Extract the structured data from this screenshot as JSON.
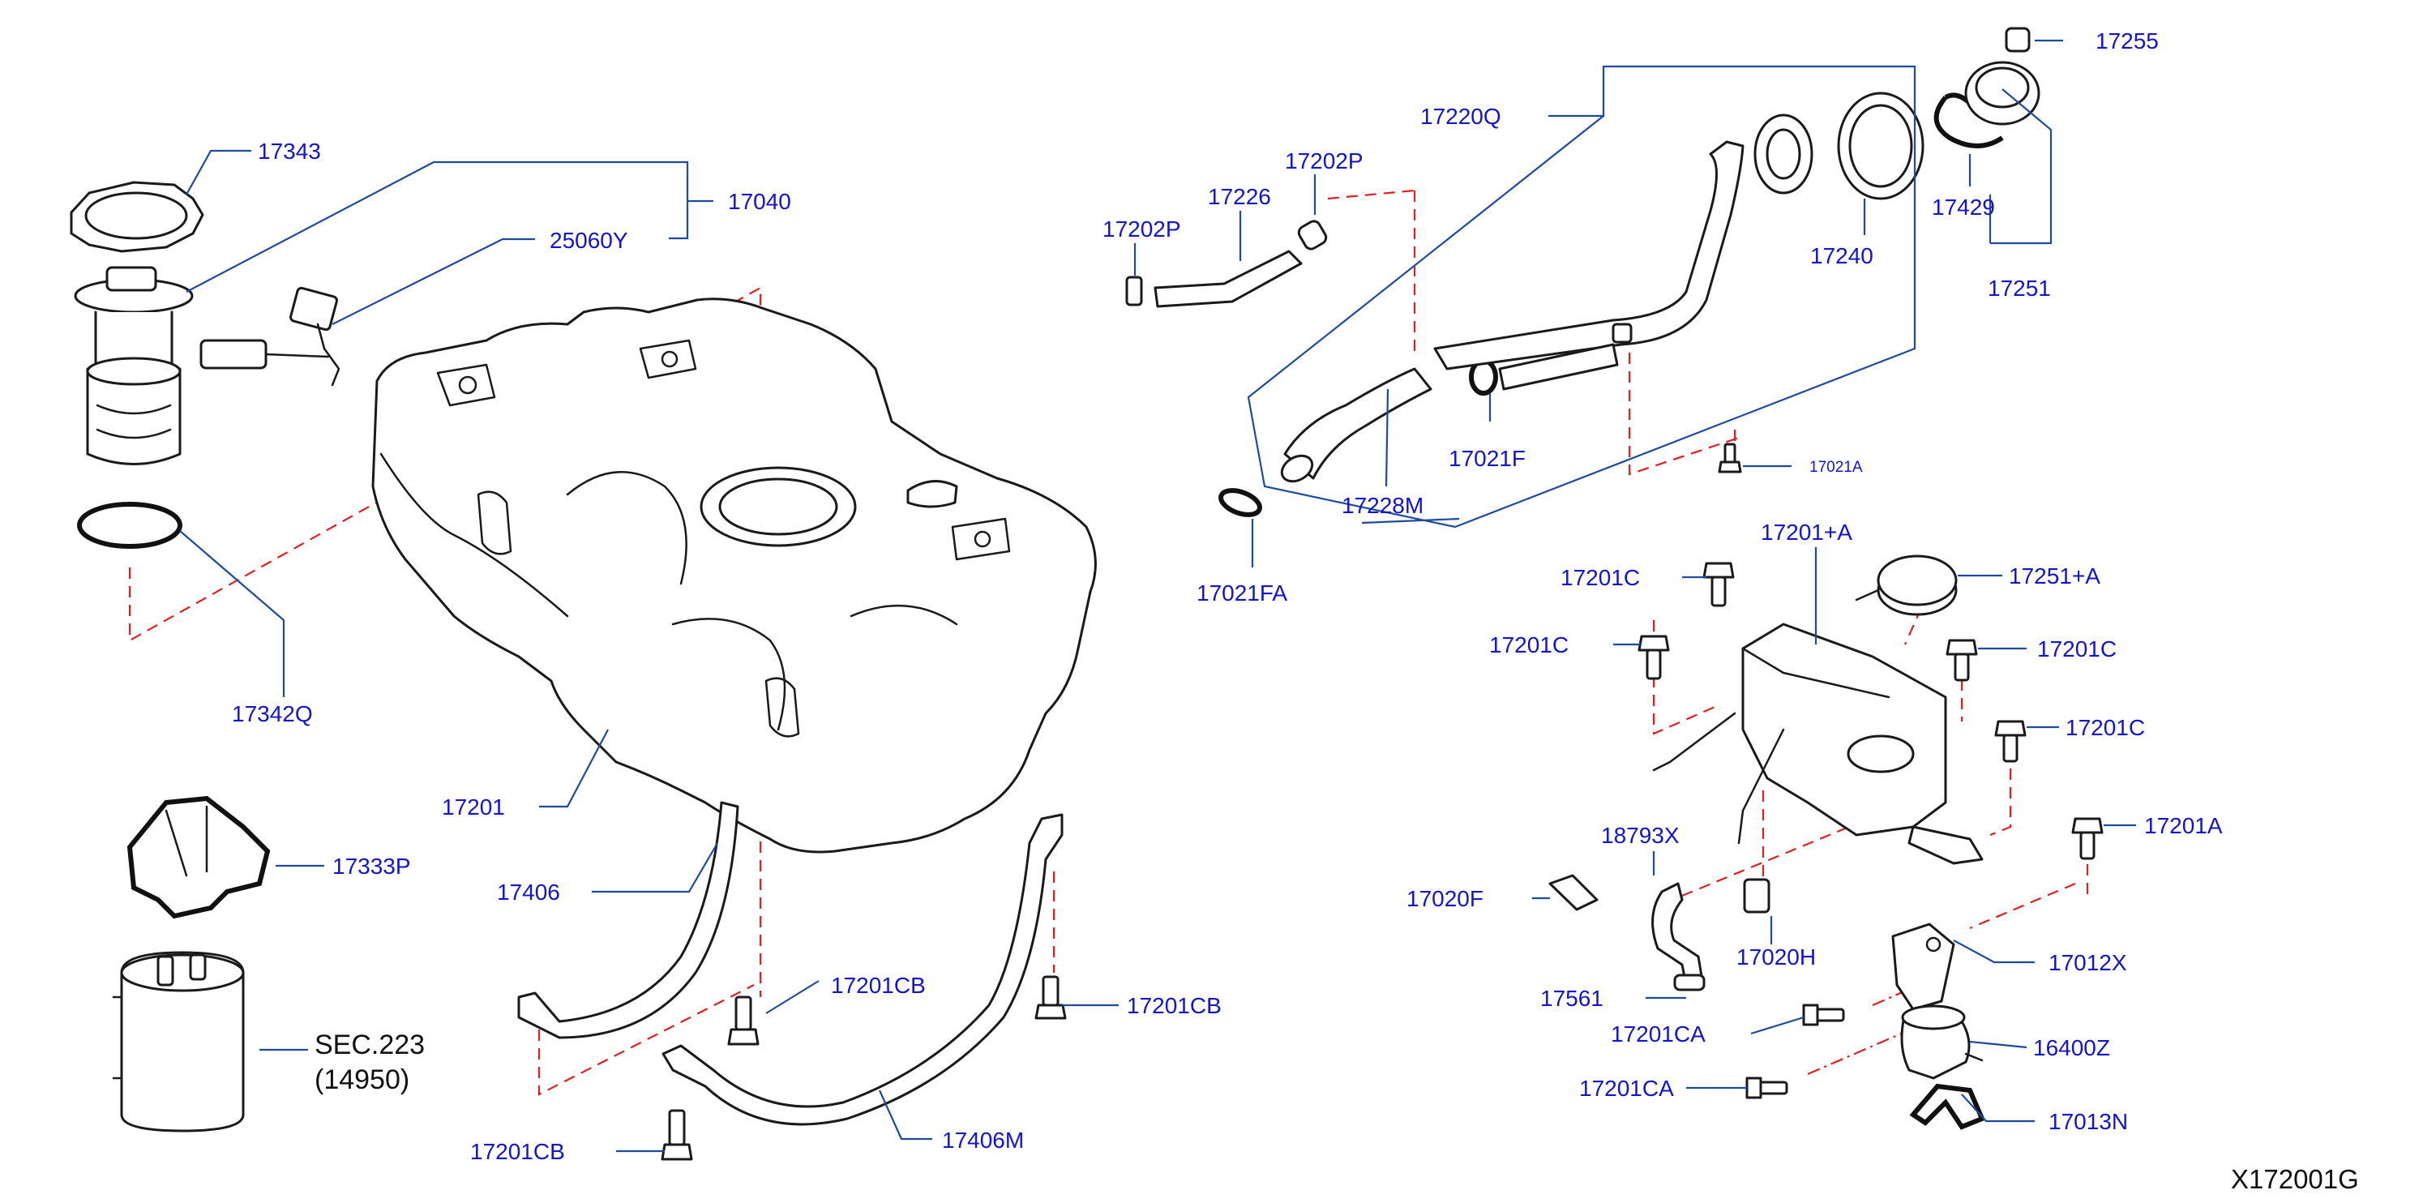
{
  "diagram_code": "X172001G",
  "colors": {
    "label": "#1414c8",
    "leader": "#1f4b9c",
    "centerline": "#e02020",
    "part_outline": "#1a1a1a"
  },
  "labels": {
    "p17343": "17343",
    "p17040": "17040",
    "p25060Y": "25060Y",
    "p17342Q": "17342Q",
    "p17201": "17201",
    "p17333P": "17333P",
    "p17406": "17406",
    "sec223": "SEC.223",
    "sec223_sub": "(14950)",
    "p17201CB_a": "17201CB",
    "p17201CB_b": "17201CB",
    "p17201CB_c": "17201CB",
    "p17406M": "17406M",
    "p17202P_a": "17202P",
    "p17202P_b": "17202P",
    "p17226": "17226",
    "p17220Q": "17220Q",
    "p17240": "17240",
    "p17255": "17255",
    "p17429": "17429",
    "p17251": "17251",
    "p17021F": "17021F",
    "p17021A": "17021A",
    "p17228M": "17228M",
    "p17021FA": "17021FA",
    "p17201plusA": "17201+A",
    "p17251plusA": "17251+A",
    "p17201C_a": "17201C",
    "p17201C_b": "17201C",
    "p17201C_c": "17201C",
    "p17201C_d": "17201C",
    "p17201A": "17201A",
    "p18793X": "18793X",
    "p17020F": "17020F",
    "p17020H": "17020H",
    "p17012X": "17012X",
    "p17561": "17561",
    "p17201CA_a": "17201CA",
    "p17201CA_b": "17201CA",
    "p16400Z": "16400Z",
    "p17013N": "17013N"
  }
}
